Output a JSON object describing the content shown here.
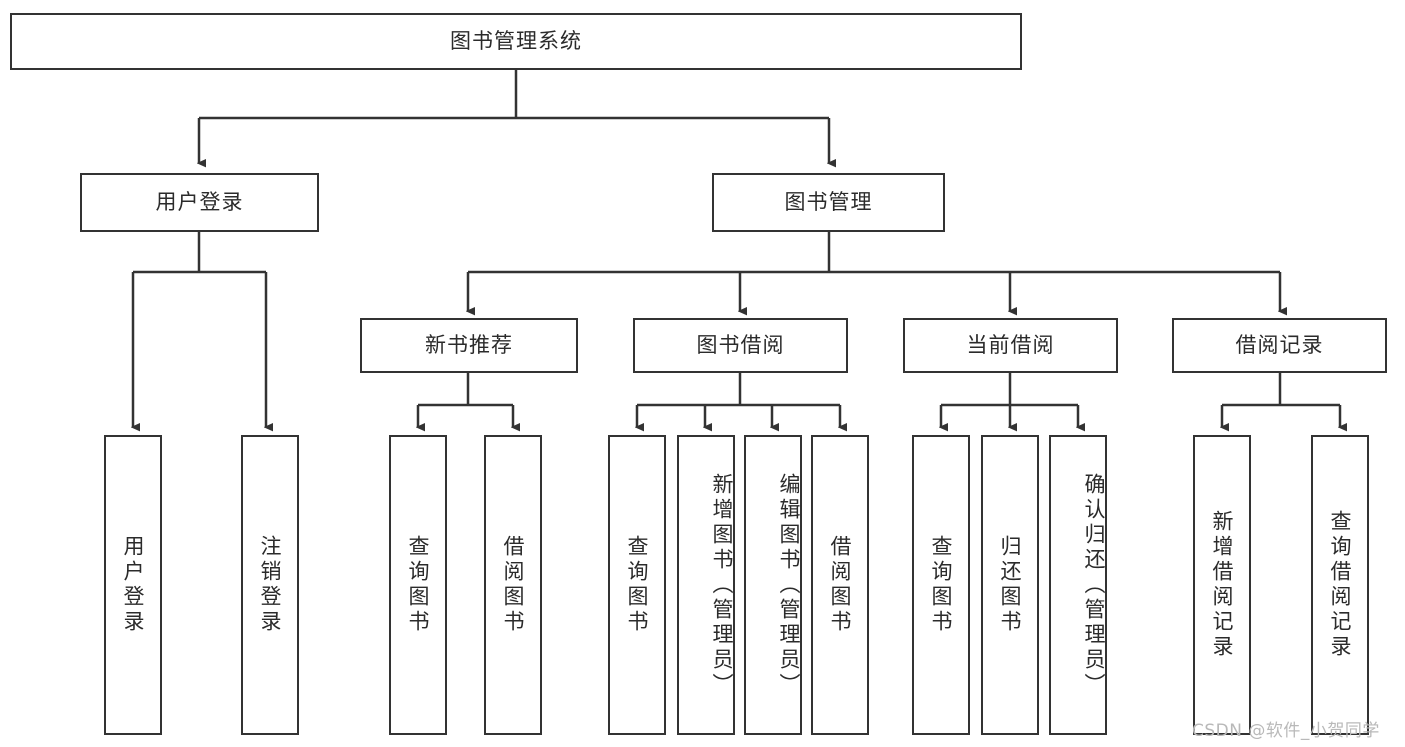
{
  "diagram": {
    "type": "tree-hierarchy",
    "title": "图书管理系统",
    "root": {
      "label": "图书管理系统"
    },
    "level2": [
      {
        "id": "user-login",
        "label": "用户登录"
      },
      {
        "id": "book-management",
        "label": "图书管理"
      }
    ],
    "level3": [
      {
        "id": "new-book-recommend",
        "label": "新书推荐",
        "parent": "book-management"
      },
      {
        "id": "book-borrow",
        "label": "图书借阅",
        "parent": "book-management"
      },
      {
        "id": "current-borrow",
        "label": "当前借阅",
        "parent": "book-management"
      },
      {
        "id": "borrow-record",
        "label": "借阅记录",
        "parent": "book-management"
      }
    ],
    "leaves": [
      {
        "id": "leaf-user-login",
        "label": "用户登录",
        "parent": "user-login"
      },
      {
        "id": "leaf-logout",
        "label": "注销登录",
        "parent": "user-login"
      },
      {
        "id": "leaf-query-book-1",
        "label": "查询图书",
        "parent": "new-book-recommend"
      },
      {
        "id": "leaf-borrow-book-1",
        "label": "借阅图书",
        "parent": "new-book-recommend"
      },
      {
        "id": "leaf-query-book-2",
        "label": "查询图书",
        "parent": "book-borrow"
      },
      {
        "id": "leaf-add-book",
        "label": "新增图书（管理员）",
        "parent": "book-borrow"
      },
      {
        "id": "leaf-edit-book",
        "label": "编辑图书（管理员）",
        "parent": "book-borrow"
      },
      {
        "id": "leaf-borrow-book-2",
        "label": "借阅图书",
        "parent": "book-borrow"
      },
      {
        "id": "leaf-query-book-3",
        "label": "查询图书",
        "parent": "current-borrow"
      },
      {
        "id": "leaf-return-book",
        "label": "归还图书",
        "parent": "current-borrow"
      },
      {
        "id": "leaf-confirm-return",
        "label": "确认归还（管理员）",
        "parent": "current-borrow"
      },
      {
        "id": "leaf-add-record",
        "label": "新增借阅记录",
        "parent": "borrow-record"
      },
      {
        "id": "leaf-query-record",
        "label": "查询借阅记录",
        "parent": "borrow-record"
      }
    ],
    "colors": {
      "stroke": "#333333",
      "text": "#2b2b2b",
      "background": "#ffffff",
      "watermark": "#b9b9b9"
    }
  },
  "watermark": {
    "text": "CSDN @软件_小贺同学"
  }
}
